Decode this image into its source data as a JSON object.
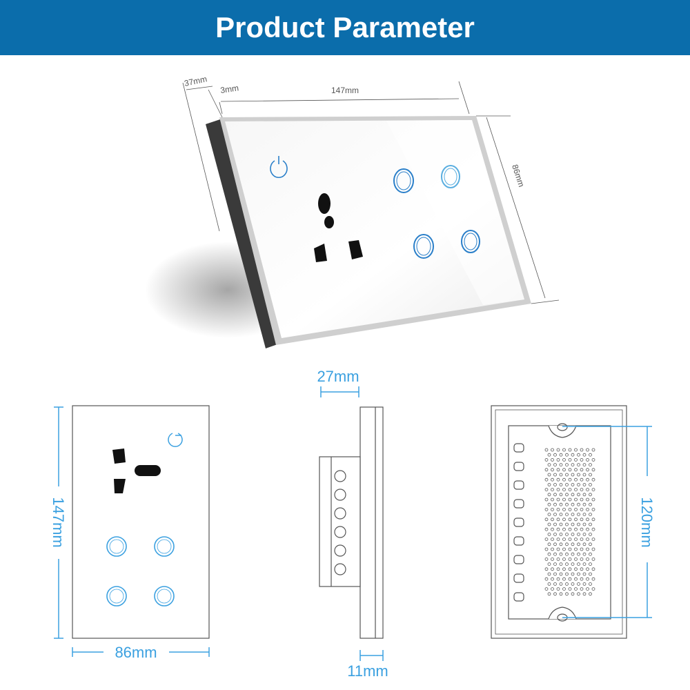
{
  "header": {
    "title": "Product Parameter"
  },
  "perspective_view": {
    "depth_label": "37mm",
    "glass_label": "3mm",
    "width_label": "147mm",
    "height_label": "86mm"
  },
  "front_view": {
    "height_label": "147mm",
    "width_label": "86mm"
  },
  "side_view": {
    "body_depth_label": "27mm",
    "plate_thickness_label": "11mm"
  },
  "back_view": {
    "mount_spacing_label": "120mm"
  },
  "colors": {
    "header_bg": "#0b6dab",
    "dimension_blue": "#3aa0e0",
    "touch_ring": "#2a7fc9"
  }
}
